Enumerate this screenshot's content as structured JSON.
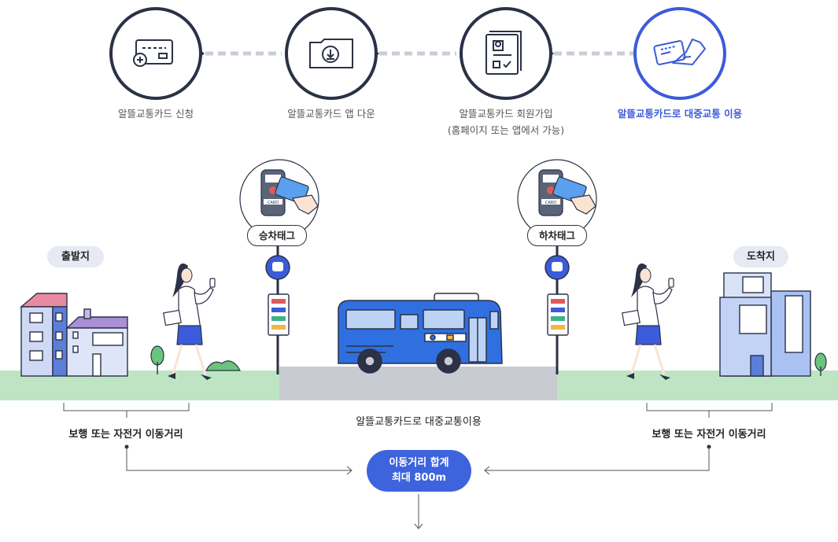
{
  "steps": [
    {
      "label": "알뜰교통카드 신청",
      "icon": "card-add-icon"
    },
    {
      "label": "알뜰교통카드 앱 다운",
      "icon": "folder-download-icon"
    },
    {
      "label": "알뜰교통카드 회원가입",
      "sub": "(홈페이지 또는 앱에서 가능)",
      "icon": "member-form-icon"
    },
    {
      "label": "알뜰교통카드로 대중교통 이용",
      "icon": "card-hand-icon",
      "active": true
    }
  ],
  "scene": {
    "origin": "출발지",
    "destination": "도착지",
    "board_tag": "승차태그",
    "alight_tag": "하차태그",
    "reader_card_text": "CARD",
    "walk_left": "보행 또는 자전거 이동거리",
    "walk_right": "보행 또는 자전거 이동거리",
    "transit": "알뜰교통카드로 대중교통이용",
    "total_line1": "이동거리 합계",
    "total_line2": "최대 800m"
  },
  "colors": {
    "primary": "#3b5bdb",
    "dark": "#2b3146",
    "bus": "#2f6fe0",
    "grass": "#bde5c4",
    "road": "#c9cbd2",
    "pill": "#e7eaf3"
  }
}
